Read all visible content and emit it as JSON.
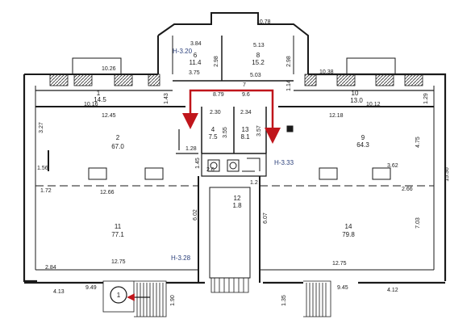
{
  "colors": {
    "wall": "#1a1a1a",
    "arrow": "#c0151b",
    "level": "#2a3f7a",
    "hatch": "#333333"
  },
  "rooms": [
    {
      "id": "1",
      "num": "1",
      "area": "14.5"
    },
    {
      "id": "2",
      "num": "2",
      "area": "67.0"
    },
    {
      "id": "4",
      "num": "4",
      "area": "7.5"
    },
    {
      "id": "6",
      "num": "6",
      "area": "11.4"
    },
    {
      "id": "7",
      "num": "7",
      "area": ""
    },
    {
      "id": "8",
      "num": "8",
      "area": "15.2"
    },
    {
      "id": "9",
      "num": "9",
      "area": "64.3"
    },
    {
      "id": "10",
      "num": "10",
      "area": "13.0"
    },
    {
      "id": "11",
      "num": "11",
      "area": "77.1"
    },
    {
      "id": "12",
      "num": "12",
      "area": "1.8"
    },
    {
      "id": "13",
      "num": "13",
      "area": "8.1"
    },
    {
      "id": "14",
      "num": "14",
      "area": "79.8"
    }
  ],
  "levels": {
    "top_left": "Н-3.20",
    "middle_right": "Н-3.33",
    "bottom_left": "Н-3.28"
  },
  "dimensions": {
    "d_1078": "10.78",
    "d_384": "3.84",
    "d_513": "5.13",
    "d_298a": "2.98",
    "d_298b": "2.98",
    "d_375": "3.75",
    "d_503": "5.03",
    "d_1026": "10.26",
    "d_1038": "10.38",
    "d_879": "8.79",
    "d_96": "9.6",
    "d_1016": "10.16",
    "d_1012": "10.12",
    "d_143": "1.43",
    "d_114": "1.14",
    "d_129": "1.29",
    "d_1245": "12.45",
    "d_1218": "12.18",
    "d_230": "2.30",
    "d_234": "2.34",
    "d_355": "3.55",
    "d_357": "3.57",
    "d_327": "3.27",
    "d_475": "4.75",
    "d_128": "1.28",
    "d_145": "1.45",
    "d_156": "1.56",
    "d_362": "3.62",
    "d_1536": "15.36",
    "d_172": "1.72",
    "d_1266": "12.66",
    "d_266": "2.66",
    "d_602": "6.02",
    "d_607": "6.07",
    "d_703": "7.03",
    "d_12": "1.2",
    "d_284": "2.84",
    "d_1275a": "12.75",
    "d_1275b": "12.75",
    "d_413": "4.13",
    "d_949": "9.49",
    "d_190": "1.90",
    "d_135": "1.35",
    "d_945": "9.45",
    "d_412": "4.12",
    "d_26": "2.6"
  },
  "stair_mark": "1"
}
